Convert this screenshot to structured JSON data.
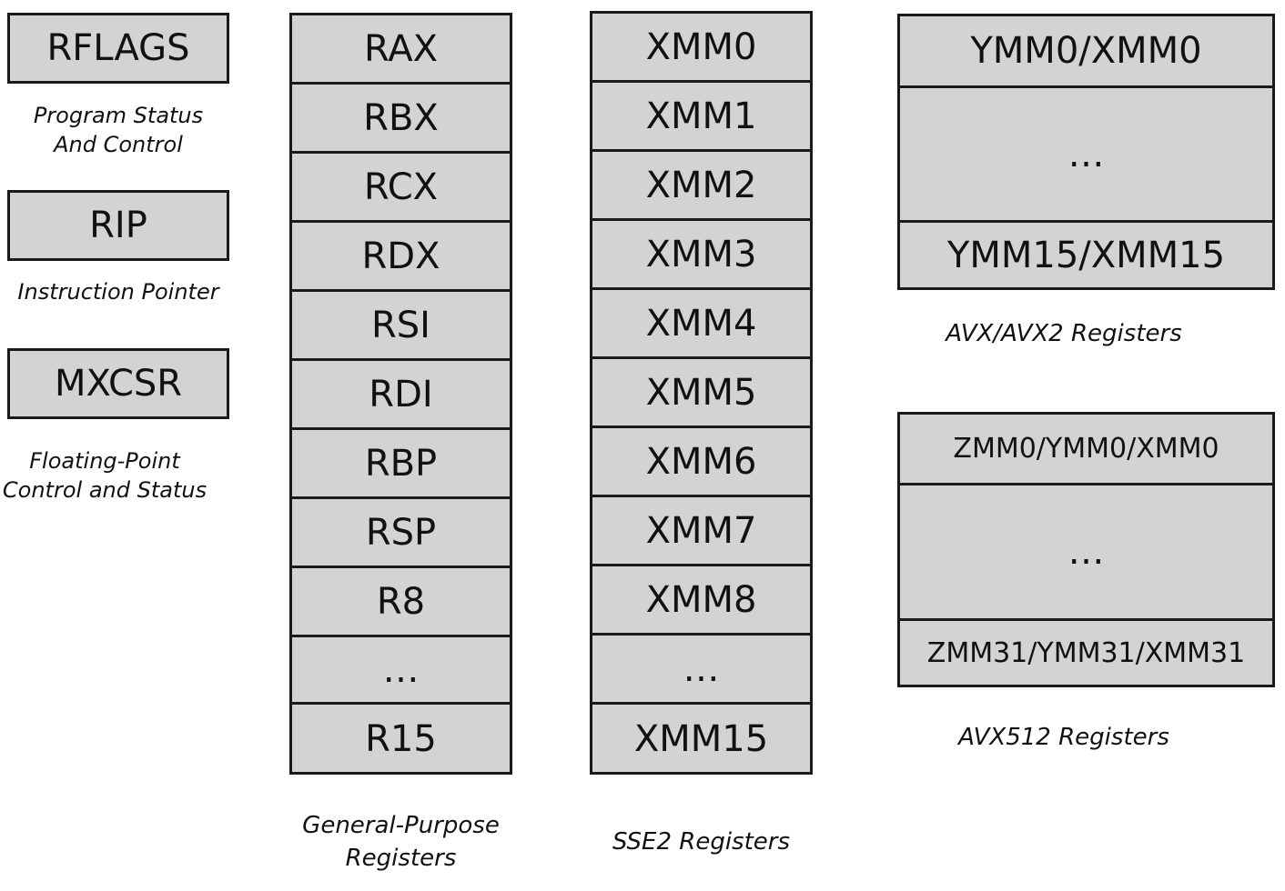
{
  "special_registers": [
    {
      "name": "RFLAGS",
      "caption": [
        "Program Status",
        "And Control"
      ]
    },
    {
      "name": "RIP",
      "caption": [
        "Instruction Pointer"
      ]
    },
    {
      "name": "MXCSR",
      "caption": [
        "Floating-Point",
        "Control and Status"
      ]
    }
  ],
  "general_purpose": {
    "registers": [
      "RAX",
      "RBX",
      "RCX",
      "RDX",
      "RSI",
      "RDI",
      "RBP",
      "RSP",
      "R8",
      "…",
      "R15"
    ],
    "caption": [
      "General-Purpose",
      "Registers"
    ]
  },
  "sse2": {
    "registers": [
      "XMM0",
      "XMM1",
      "XMM2",
      "XMM3",
      "XMM4",
      "XMM5",
      "XMM6",
      "XMM7",
      "XMM8",
      "…",
      "XMM15"
    ],
    "caption": [
      "SSE2 Registers"
    ]
  },
  "avx": {
    "registers": [
      "YMM0/XMM0",
      "…",
      "YMM15/XMM15"
    ],
    "caption": [
      "AVX/AVX2 Registers"
    ]
  },
  "avx512": {
    "registers": [
      "ZMM0/YMM0/XMM0",
      "…",
      "ZMM31/YMM31/XMM31"
    ],
    "caption": [
      "AVX512 Registers"
    ]
  }
}
